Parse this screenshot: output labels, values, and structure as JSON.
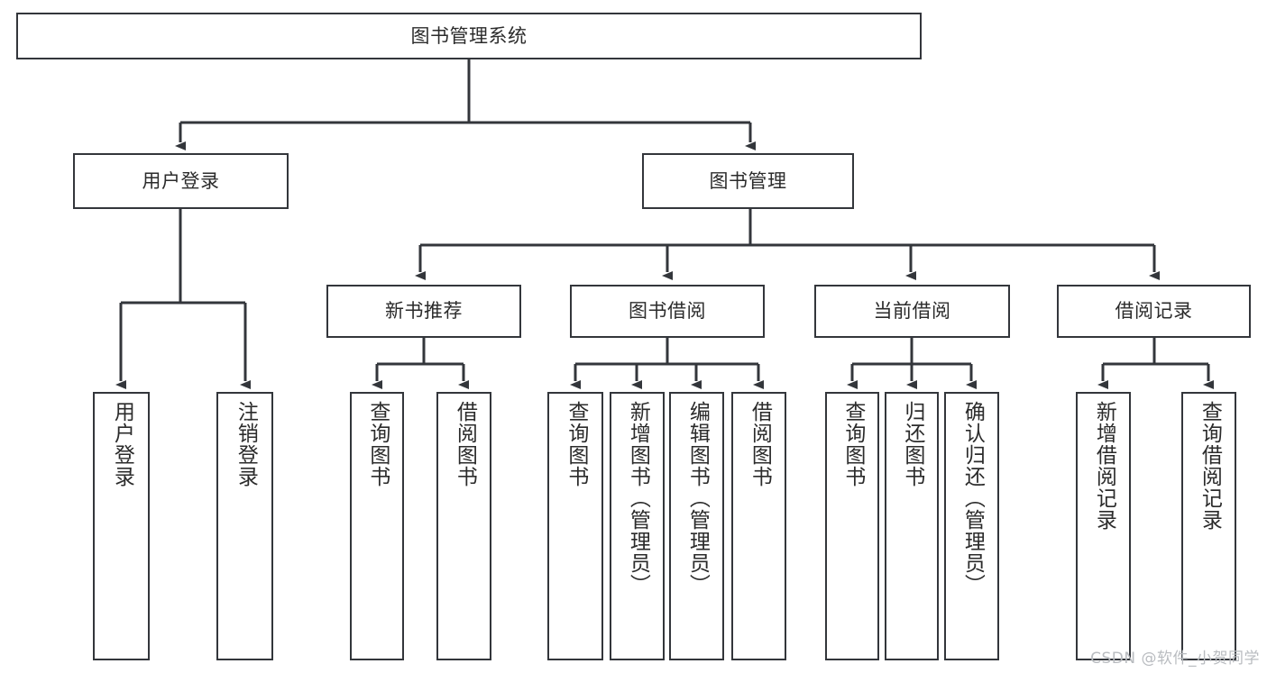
{
  "diagram": {
    "title_node": {
      "label": "图书管理系统"
    },
    "level2": [
      {
        "id": "user-login",
        "label": "用户登录"
      },
      {
        "id": "book-management",
        "label": "图书管理"
      }
    ],
    "level3": [
      {
        "id": "new-book-recommend",
        "label": "新书推荐"
      },
      {
        "id": "book-borrow",
        "label": "图书借阅"
      },
      {
        "id": "current-borrow",
        "label": "当前借阅"
      },
      {
        "id": "borrow-record",
        "label": "借阅记录"
      }
    ],
    "leaves": [
      {
        "id": "leaf-user-login",
        "label": "用户登录"
      },
      {
        "id": "leaf-logout-login",
        "label": "注销登录"
      },
      {
        "id": "leaf-query-book-1",
        "label": "查询图书"
      },
      {
        "id": "leaf-borrow-book-1",
        "label": "借阅图书"
      },
      {
        "id": "leaf-query-book-2",
        "label": "查询图书"
      },
      {
        "id": "leaf-add-book",
        "label": "新增图书（管理员）"
      },
      {
        "id": "leaf-edit-book",
        "label": "编辑图书（管理员）"
      },
      {
        "id": "leaf-borrow-book-2",
        "label": "借阅图书"
      },
      {
        "id": "leaf-query-book-3",
        "label": "查询图书"
      },
      {
        "id": "leaf-return-book",
        "label": "归还图书"
      },
      {
        "id": "leaf-confirm-return",
        "label": "确认归还（管理员）"
      },
      {
        "id": "leaf-add-record",
        "label": "新增借阅记录"
      },
      {
        "id": "leaf-query-record",
        "label": "查询借阅记录"
      }
    ],
    "watermark": "CSDN @软件_小贺同学",
    "colors": {
      "stroke": "#33363b",
      "text": "#2b2b2b",
      "background": "#ffffff",
      "watermark": "#b9bcc0"
    }
  }
}
